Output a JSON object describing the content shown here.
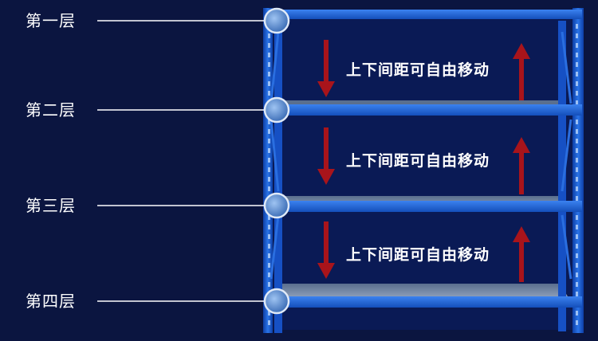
{
  "layers": [
    {
      "label": "第一层"
    },
    {
      "label": "第二层"
    },
    {
      "label": "第三层"
    },
    {
      "label": "第四层"
    }
  ],
  "spacing_notes": [
    {
      "text": "上下间距可自由移动"
    },
    {
      "text": "上下间距可自由移动"
    },
    {
      "text": "上下间距可自由移动"
    }
  ],
  "colors": {
    "background": "#0b1540",
    "rack_blue": "#1f62d6",
    "rack_dark": "#0d3a9a",
    "arrow_red": "#a8141b",
    "leader_line": "#ffffff"
  },
  "icons": {
    "down_arrow": "arrow-down-icon",
    "up_arrow": "arrow-up-icon"
  }
}
